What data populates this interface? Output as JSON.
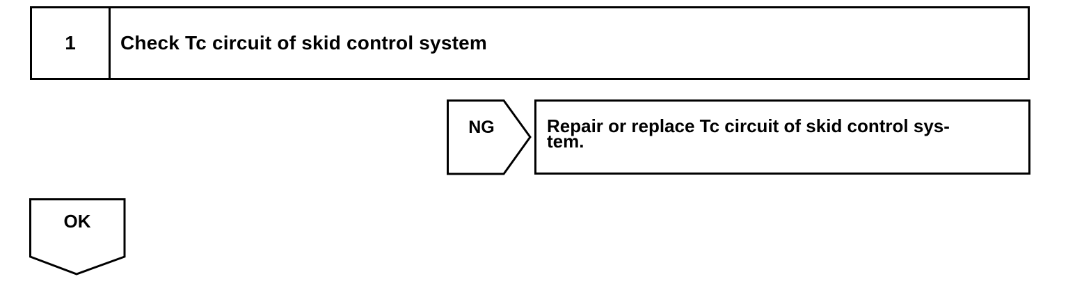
{
  "step": {
    "number": "1",
    "title": "Check Tc circuit of skid control system"
  },
  "ng_branch": {
    "label": "NG",
    "action_line1": "Repair or replace Tc circuit of skid control sys-",
    "action_line2": "tem."
  },
  "ok_branch": {
    "label": "OK"
  }
}
